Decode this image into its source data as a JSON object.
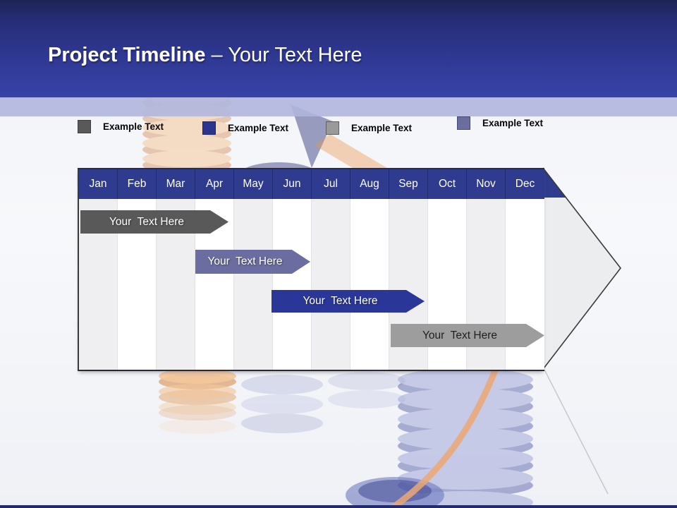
{
  "header": {
    "title_bold": "Project Timeline",
    "title_regular": " – Your Text Here"
  },
  "legend": {
    "items": [
      {
        "label": "Example Text",
        "color": "#595959",
        "border": "#3F3F3F"
      },
      {
        "label": "Example Text",
        "color": "#2B3590",
        "border": "#1C2566"
      },
      {
        "label": "Example Text",
        "color": "#9A9A9A",
        "border": "#606060"
      },
      {
        "label": "Example Text",
        "color": "#6A6D9E",
        "border": "#474A78"
      }
    ]
  },
  "timeline": {
    "months": [
      "Jan",
      "Feb",
      "Mar",
      "Apr",
      "May",
      "Jun",
      "Jul",
      "Aug",
      "Sep",
      "Oct",
      "Nov",
      "Dec"
    ],
    "header_color": "#2E3B8E",
    "bars": [
      {
        "label": "Your  Text Here",
        "start_month": "Jan",
        "end_month": "Apr",
        "color": "#595959",
        "text_color": "#FFFFFF"
      },
      {
        "label": "Your  Text Here",
        "start_month": "Apr",
        "end_month": "Jun",
        "color": "#6B6DA0",
        "text_color": "#FFFFFF"
      },
      {
        "label": "Your  Text Here",
        "start_month": "Jun",
        "end_month": "Sep",
        "color": "#2B3798",
        "text_color": "#FFFFFF"
      },
      {
        "label": "Your  Text Here",
        "start_month": "Sep",
        "end_month": "Dec",
        "color": "#9D9D9D",
        "text_color": "#1F1F1F"
      }
    ]
  },
  "background_art": {
    "description": "faded 3D coin stacks with orange curved arrow",
    "orange": "#F2A45C",
    "blue": "#9BA2D8"
  }
}
